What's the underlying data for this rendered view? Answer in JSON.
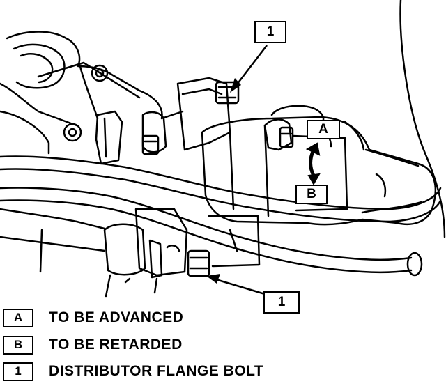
{
  "callouts": {
    "top_bolt": "1",
    "bottom_bolt": "1",
    "advance": "A",
    "retard": "B"
  },
  "legend": [
    {
      "key": "A",
      "text": "TO BE ADVANCED"
    },
    {
      "key": "B",
      "text": "TO BE RETARDED"
    },
    {
      "key": "1",
      "text": "DISTRIBUTOR FLANGE BOLT"
    }
  ]
}
